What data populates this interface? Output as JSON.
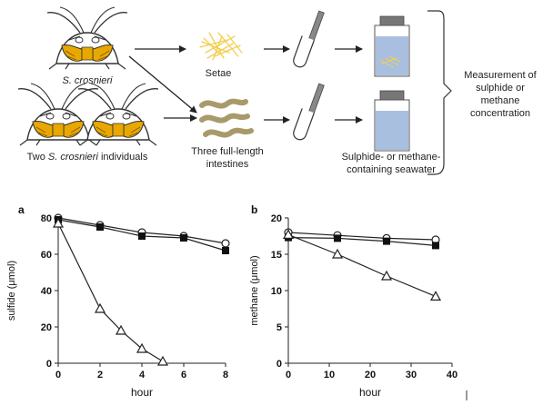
{
  "schematic": {
    "label_one_shrimp": "S. crosnieri",
    "label_two_prefix": "Two ",
    "label_two_italic": "S. crosnieri",
    "label_two_suffix": " individuals",
    "label_setae": "Setae",
    "label_intestines_line1": "Three full-length",
    "label_intestines_line2": "intestines",
    "label_seawater_line1": "Sulphide- or methane-",
    "label_seawater_line2": "containing seawater",
    "measurement_line1": "Measurement of",
    "measurement_line2": "sulphide or",
    "measurement_line3": "methane",
    "measurement_line4": "concentration",
    "colors": {
      "shrimp_gold": "#e8a800",
      "setae_yellow": "#f5d76e",
      "intestine": "#a89a6a",
      "water_blue": "#a9bfe0",
      "cap_gray": "#777777"
    }
  },
  "chart_data": [
    {
      "type": "line",
      "panel_label": "a",
      "xlabel": "hour",
      "ylabel": "sulfide (μmol)",
      "xlim": [
        0,
        8
      ],
      "ylim": [
        0,
        80
      ],
      "xticks": [
        0,
        2,
        4,
        6,
        8
      ],
      "yticks": [
        0,
        20,
        40,
        60,
        80
      ],
      "series": [
        {
          "marker": "open-circle",
          "x": [
            0,
            2,
            4,
            6,
            8
          ],
          "y": [
            80,
            76,
            72,
            70,
            66
          ]
        },
        {
          "marker": "filled-square",
          "x": [
            0,
            2,
            4,
            6,
            8
          ],
          "y": [
            79,
            75,
            70,
            69,
            62
          ]
        },
        {
          "marker": "open-triangle",
          "x": [
            0,
            2,
            3,
            4,
            5
          ],
          "y": [
            77,
            30,
            18,
            8,
            1
          ]
        }
      ]
    },
    {
      "type": "line",
      "panel_label": "b",
      "xlabel": "hour",
      "ylabel": "methane (μmol)",
      "xlim": [
        0,
        40
      ],
      "ylim": [
        0,
        20
      ],
      "xticks": [
        0,
        10,
        20,
        30,
        40
      ],
      "yticks": [
        0,
        5,
        10,
        15,
        20
      ],
      "series": [
        {
          "marker": "open-circle",
          "x": [
            0,
            12,
            24,
            36
          ],
          "y": [
            18,
            17.6,
            17.2,
            17
          ]
        },
        {
          "marker": "filled-square",
          "x": [
            0,
            12,
            24,
            36
          ],
          "y": [
            17.3,
            17.2,
            16.8,
            16.2
          ]
        },
        {
          "marker": "open-triangle",
          "x": [
            0,
            12,
            24,
            36
          ],
          "y": [
            17.7,
            15,
            12,
            9.2
          ]
        }
      ]
    }
  ]
}
